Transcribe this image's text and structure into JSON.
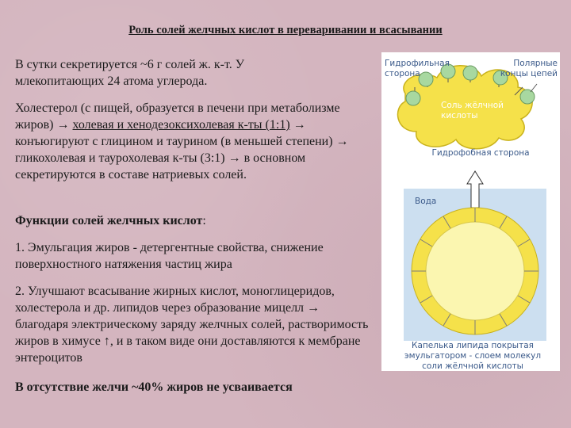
{
  "title": "Роль солей желчных кислот в переваривании и всасывании",
  "p1": "В сутки секретируется ~6 г солей ж. к-т. У млекопитающих 24 атома углерода.",
  "p2": {
    "part1": "Холестерол (с пищей, образуется в печени при метаболизме жиров) → ",
    "underlined": "холевая и хенодезоксихолевая к-ты (1:1)",
    "part2": " → конъюгируют с глицином и таурином (в меньшей степени) → гликохолевая и таурохолевая к-ты (3:1) → в основном секретируются в составе натриевых солей."
  },
  "functions_heading": "Функции солей желчных кислот",
  "functions_colon": ":",
  "n1": "1. Эмульгация жиров - детергентные свойства, снижение поверхностного натяжения частиц жира",
  "n2": "2. Улучшают всасывание жирных кислот, моноглицеридов, холестерола и др. липидов через образование мицелл → благодаря электрическому заряду желчных солей, растворимость жиров в химусе ↑, и в таком виде они доставляются к мембране энтероцитов",
  "last": "В отсутствие желчи ~40% жиров не усваивается",
  "figure": {
    "hydrophilic": "Гидрофильная сторона",
    "polar": "Полярные концы цепей",
    "salt": "Соль жёлчной кислоты",
    "hydrophobic": "Гидрофобная сторона",
    "water": "Вода",
    "caption": "Капелька липида покрытая эмульгатором - слоем молекул соли жёлчной кислоты",
    "colors": {
      "yellow": "#f5e14a",
      "yellow_edge": "#c9b21c",
      "green": "#a8d8a0",
      "water_bg": "#ccdff0",
      "droplet": "#fbf6b0",
      "label_blue": "#3b5a8a"
    }
  }
}
